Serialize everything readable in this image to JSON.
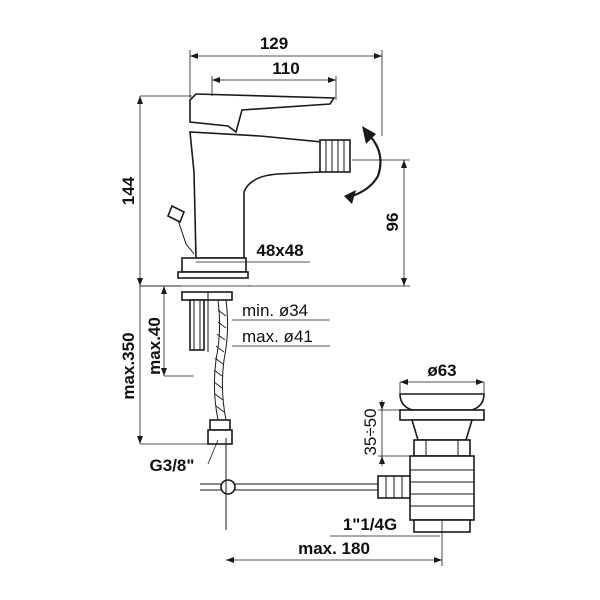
{
  "dimensions": {
    "total_width": "129",
    "spout_reach": "110",
    "height_total": "144",
    "spout_height": "96",
    "base_size": "48x48",
    "hole_min": "min. ø34",
    "hole_max": "max. ø41",
    "max_deck": "max.40",
    "max_hose": "max.350",
    "thread": "G3/8\"",
    "waste_diameter": "ø63",
    "waste_range": "35÷50",
    "waste_thread": "1\"1/4G",
    "max_rod": "max. 180"
  }
}
